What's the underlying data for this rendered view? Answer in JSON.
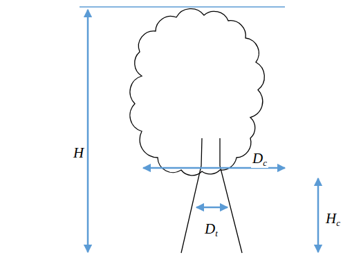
{
  "diagram": {
    "labels": [
      "H",
      "Dc",
      "Dt",
      "Hc"
    ]
  }
}
